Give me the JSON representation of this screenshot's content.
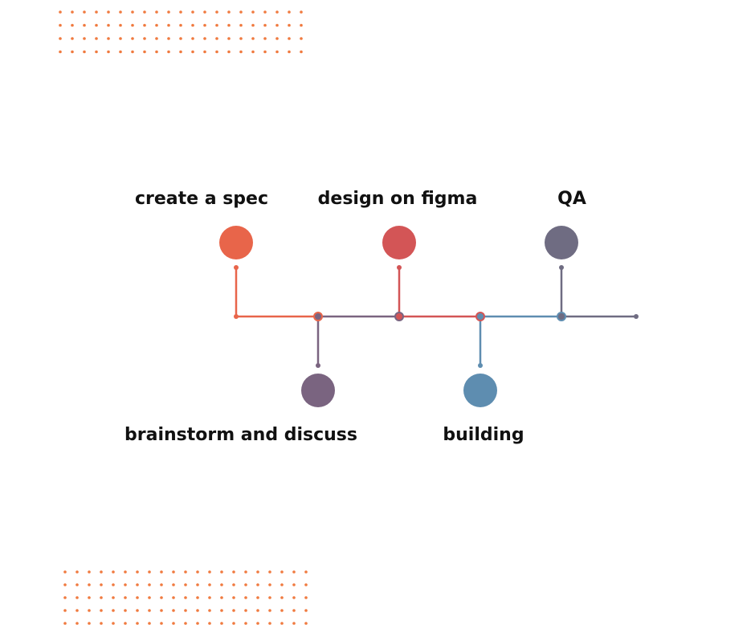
{
  "diagram": {
    "stages": [
      {
        "id": "spec",
        "label": "create a spec",
        "side": "top",
        "color": "#E8654A"
      },
      {
        "id": "brainstorm",
        "label": "brainstorm and discuss",
        "side": "bottom",
        "color": "#7A6480"
      },
      {
        "id": "design",
        "label": "design on figma",
        "side": "top",
        "color": "#D35556"
      },
      {
        "id": "building",
        "label": "building",
        "side": "bottom",
        "color": "#5E8DB0"
      },
      {
        "id": "qa",
        "label": "QA",
        "side": "top",
        "color": "#6F6C82"
      }
    ],
    "decoration": {
      "dot_color": "#F07A3F"
    }
  }
}
